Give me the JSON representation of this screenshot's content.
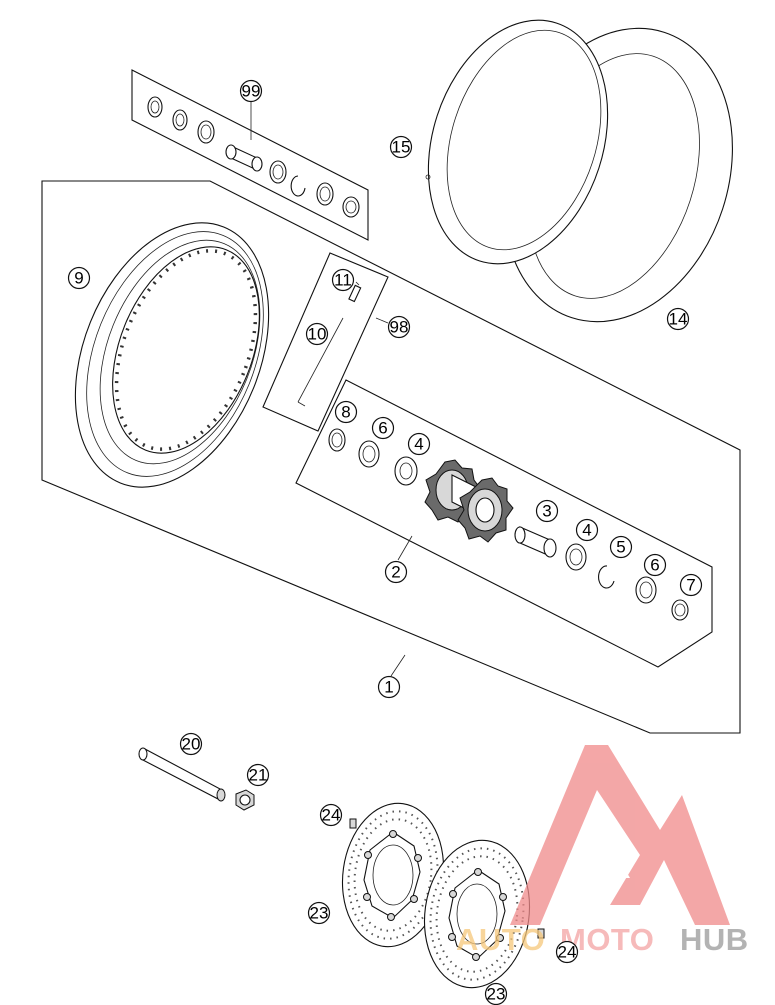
{
  "callouts": [
    {
      "id": "c99",
      "label": "99"
    },
    {
      "id": "c15",
      "label": "15"
    },
    {
      "id": "c14",
      "label": "14"
    },
    {
      "id": "c9",
      "label": "9"
    },
    {
      "id": "c11",
      "label": "11"
    },
    {
      "id": "c10",
      "label": "10"
    },
    {
      "id": "c98",
      "label": "98"
    },
    {
      "id": "c8",
      "label": "8"
    },
    {
      "id": "c6a",
      "label": "6"
    },
    {
      "id": "c4a",
      "label": "4"
    },
    {
      "id": "c3",
      "label": "3"
    },
    {
      "id": "c4b",
      "label": "4"
    },
    {
      "id": "c5",
      "label": "5"
    },
    {
      "id": "c6b",
      "label": "6"
    },
    {
      "id": "c7",
      "label": "7"
    },
    {
      "id": "c2",
      "label": "2"
    },
    {
      "id": "c1",
      "label": "1"
    },
    {
      "id": "c20",
      "label": "20"
    },
    {
      "id": "c21",
      "label": "21"
    },
    {
      "id": "c24a",
      "label": "24"
    },
    {
      "id": "c23a",
      "label": "23"
    },
    {
      "id": "c24b",
      "label": "24"
    },
    {
      "id": "c23b",
      "label": "23"
    }
  ],
  "watermark": {
    "text_auto": "AUTO",
    "text_moto": "MOTO",
    "text_hub": "HUB",
    "color_logo": "#f08a8a",
    "color_auto": "#f6c77a",
    "color_moto": "#f3a3a3",
    "color_hub": "#9a9a9a"
  }
}
